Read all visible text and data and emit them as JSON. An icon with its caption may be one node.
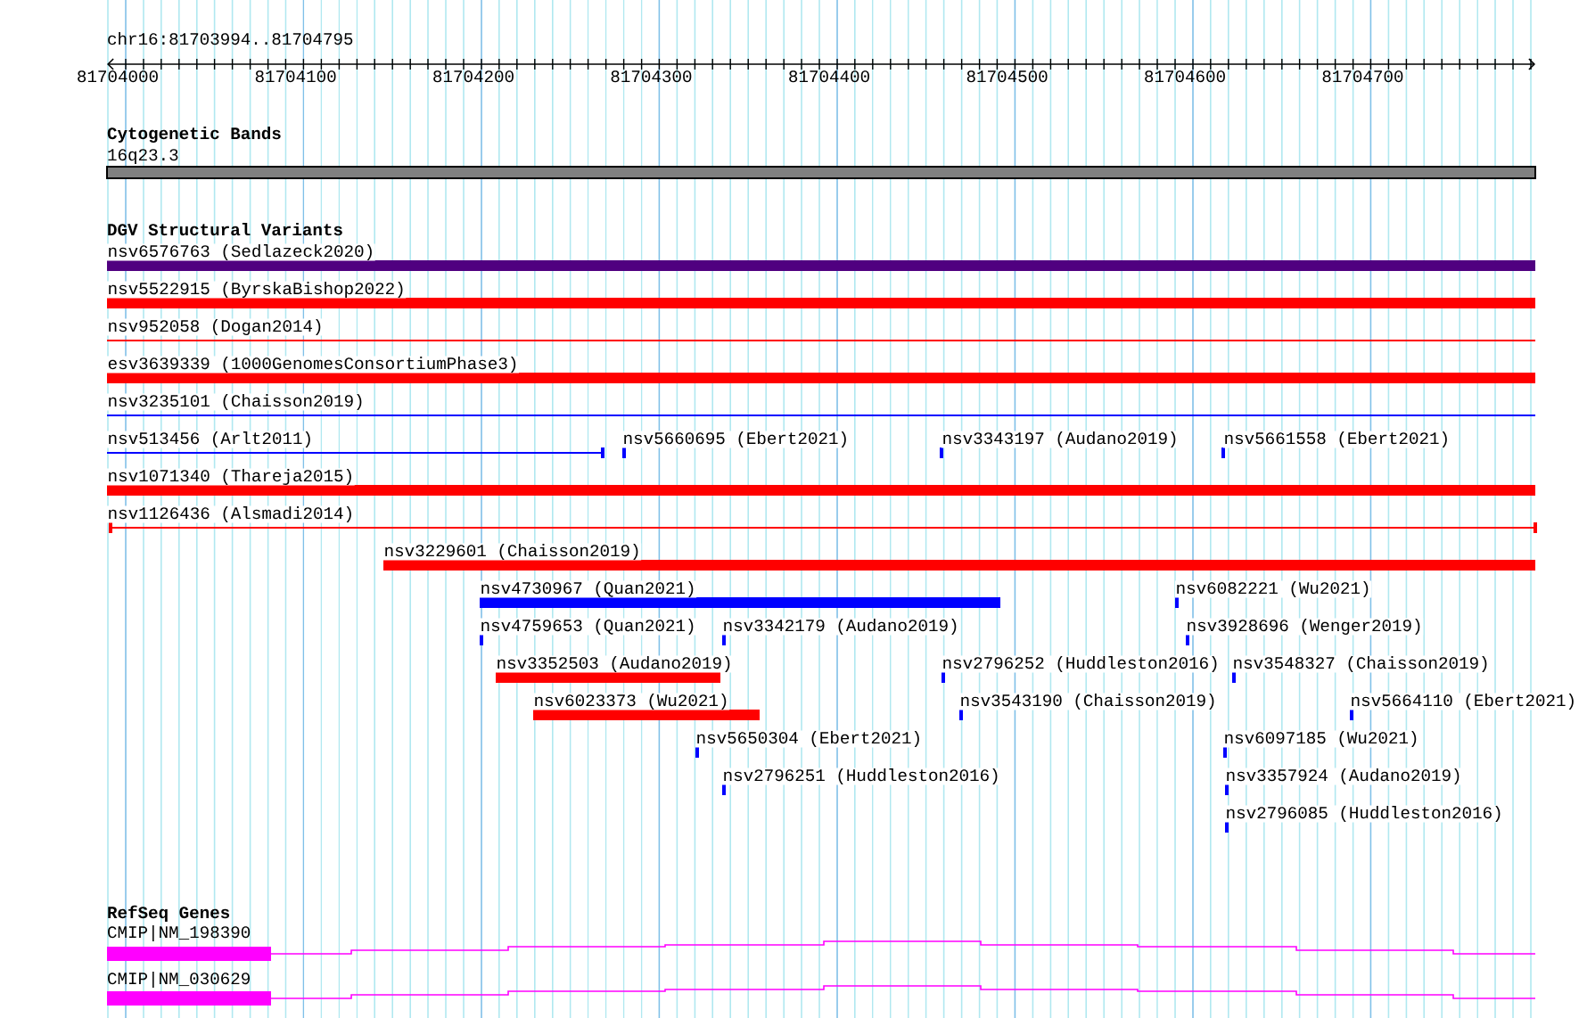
{
  "diagram": {
    "title": "chr16:81703994..81704795",
    "labels": [
      "81704000",
      "81704100",
      "81704200",
      "81704300",
      "81704400",
      "81704500",
      "81704600",
      "81704700",
      "Cytogenetic Bands",
      "16q23.3",
      "DGV Structural Variants",
      "nsv6576763 (Sedlazeck2020)",
      "nsv5522915 (ByrskaBishop2022)",
      "nsv952058 (Dogan2014)",
      "esv3639339 (1000GenomesConsortiumPhase3)",
      "nsv3235101 (Chaisson2019)",
      "nsv513456 (Arlt2011)",
      "nsv5660695 (Ebert2021)",
      "nsv3343197 (Audano2019)",
      "nsv5661558 (Ebert2021)",
      "nsv1071340 (Thareja2015)",
      "nsv1126436 (Alsmadi2014)",
      "nsv3229601 (Chaisson2019)",
      "nsv4730967 (Quan2021)",
      "nsv6082221 (Wu2021)",
      "nsv4759653 (Quan2021)",
      "nsv3342179 (Audano2019)",
      "nsv3928696 (Wenger2019)",
      "nsv3352503 (Audano2019)",
      "nsv2796252 (Huddleston2016)",
      "nsv3548327 (Chaisson2019)",
      "nsv6023373 (Wu2021)",
      "nsv3543190 (Chaisson2019)",
      "nsv5664110 (Ebert2021)",
      "nsv5650304 (Ebert2021)",
      "nsv6097185 (Wu2021)",
      "nsv2796251 (Huddleston2016)",
      "nsv3357924 (Audano2019)",
      "nsv2796085 (Huddleston2016)",
      "RefSeq Genes",
      "CMIP|NM_198390",
      "CMIP|NM_030629"
    ]
  }
}
